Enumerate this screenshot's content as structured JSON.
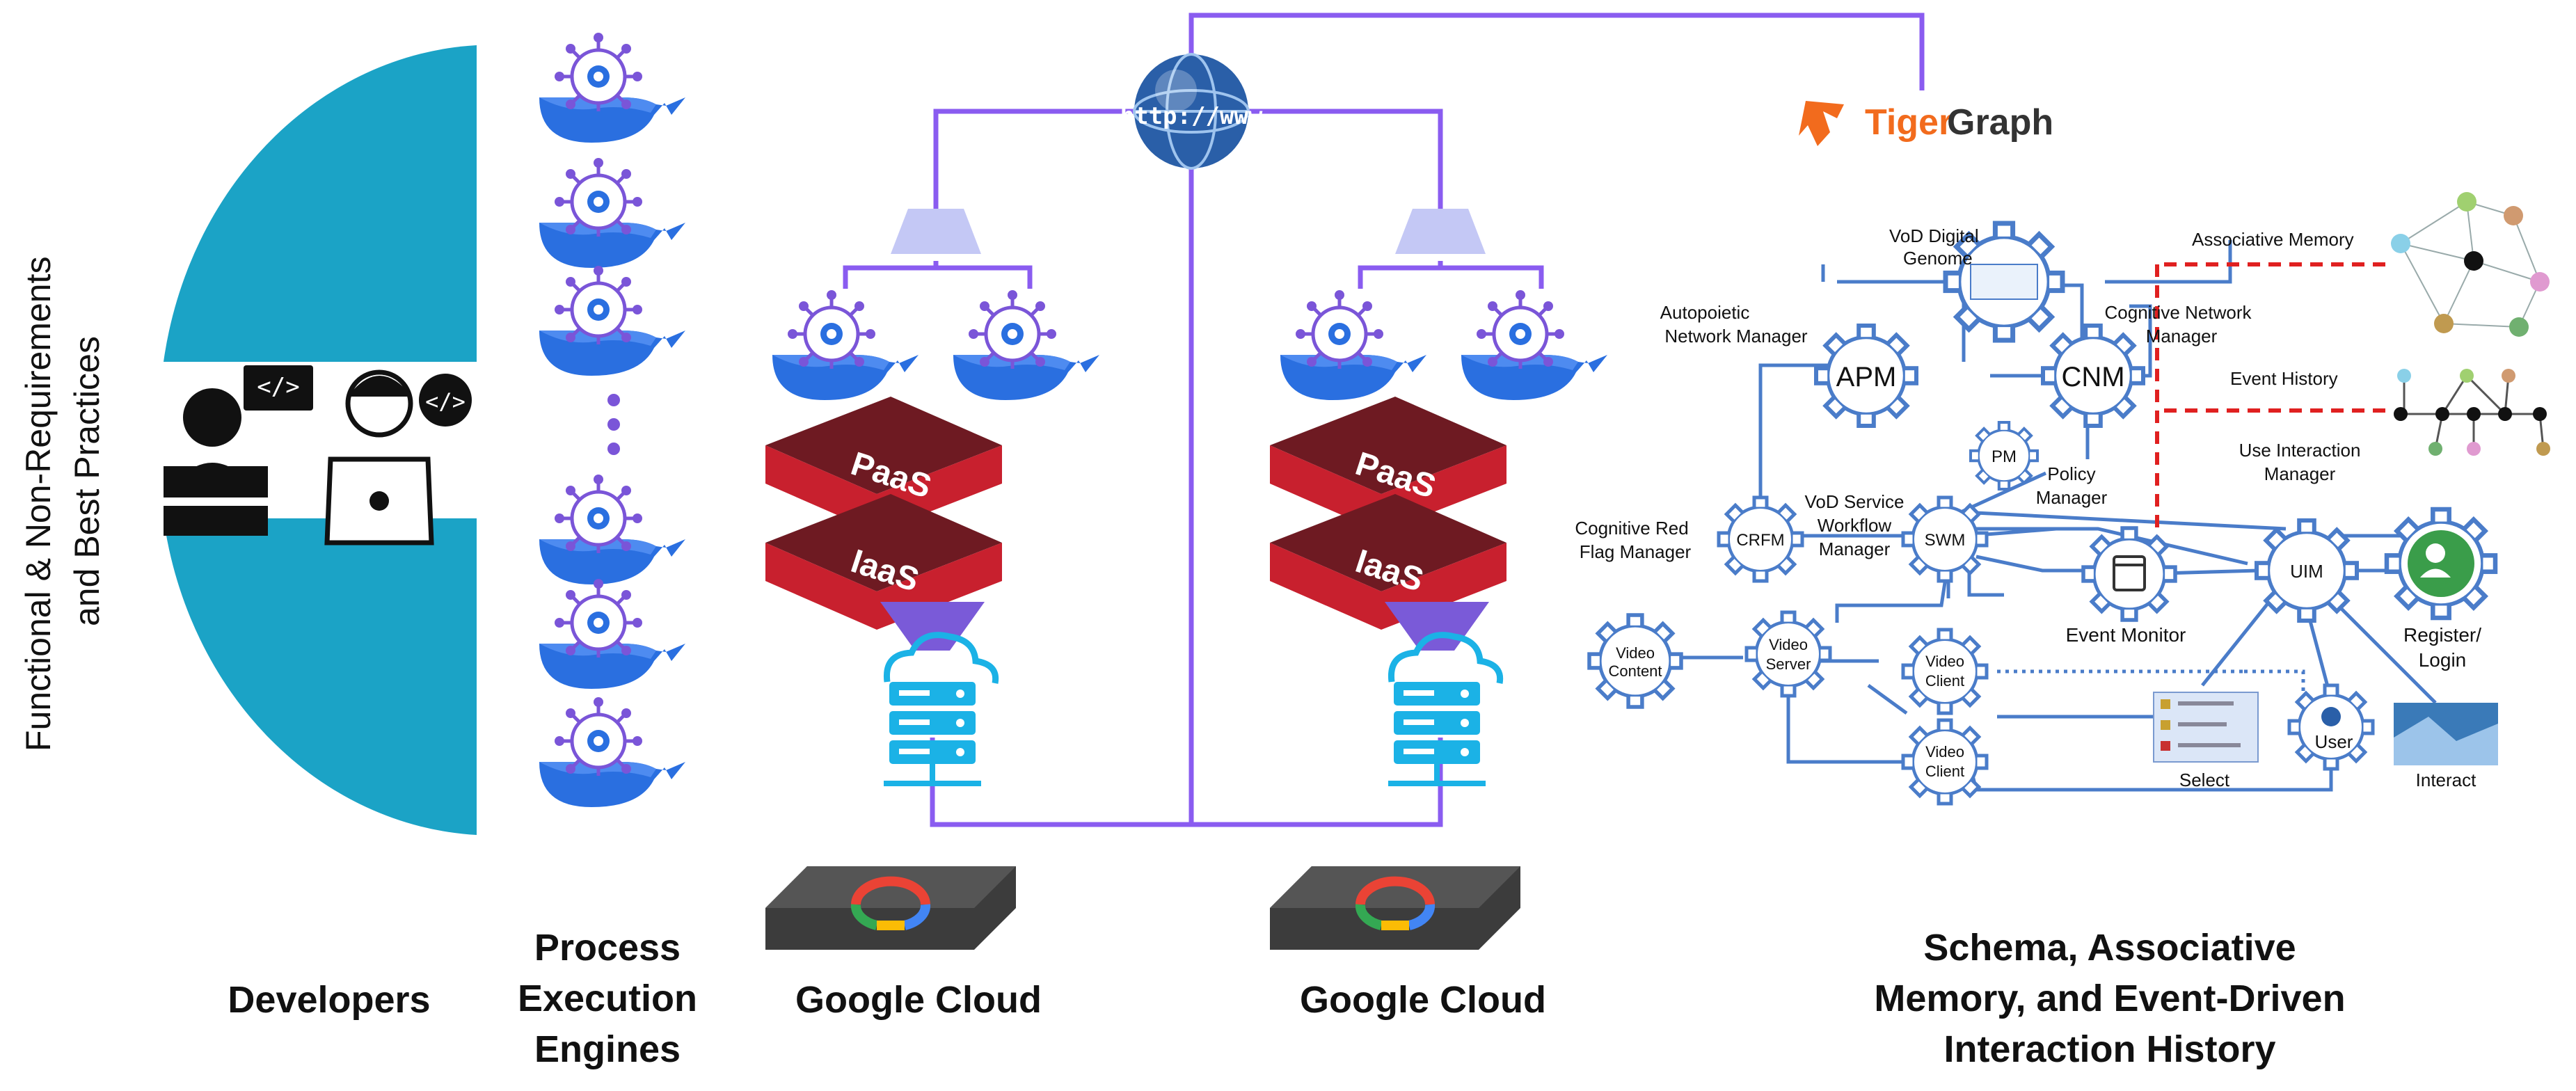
{
  "side_title": {
    "line1": "Functional & Non-Requirements",
    "line2": "and Best Practices"
  },
  "captions": {
    "developers": "Developers",
    "engines": [
      "Process",
      "Execution",
      "Engines"
    ],
    "cloud_left": "Google Cloud",
    "cloud_right": "Google Cloud",
    "schema": [
      "Schema, Associative",
      "Memory, and Event-Driven",
      "Interaction History"
    ]
  },
  "internet_label": "http://www",
  "layers": {
    "paas": "PaaS",
    "iaas": "IaaS"
  },
  "tigergraph": {
    "part1": "Tiger",
    "part2": "Graph"
  },
  "nodes": {
    "vod_genome": [
      "VoD Digital",
      "Genome"
    ],
    "apm": "APM",
    "apm_label": [
      "Autopoietic",
      "Network Manager"
    ],
    "cnm": "CNM",
    "cnm_label": [
      "Cognitive Network",
      "Manager"
    ],
    "pm": "PM",
    "pm_label": [
      "Policy",
      "Manager"
    ],
    "crfm": "CRFM",
    "crfm_label": [
      "Cognitive Red",
      "Flag Manager"
    ],
    "swm": "SWM",
    "swm_label": [
      "VoD Service",
      "Workflow",
      "Manager"
    ],
    "event_monitor": "Event Monitor",
    "uim": "UIM",
    "uim_label": [
      "Use Interaction",
      "Manager"
    ],
    "register": [
      "Register/",
      "Login"
    ],
    "video_content": [
      "Video",
      "Content"
    ],
    "video_server": [
      "Video",
      "Server"
    ],
    "video_client_1": [
      "Video",
      "Client"
    ],
    "video_client_2": [
      "Video",
      "Client"
    ],
    "user": "User",
    "select": "Select",
    "interact": "Interact",
    "assoc_memory": "Associative Memory",
    "event_history": "Event History"
  },
  "colors": {
    "teal": "#1ba3c6",
    "link_purple": "#8a5cf0",
    "paas_red": "#c8202e",
    "whale_blue": "#2a6fe0",
    "net_blue": "#4a7cc9",
    "dash_red": "#e02020",
    "tiger_orange": "#f26b1d"
  }
}
